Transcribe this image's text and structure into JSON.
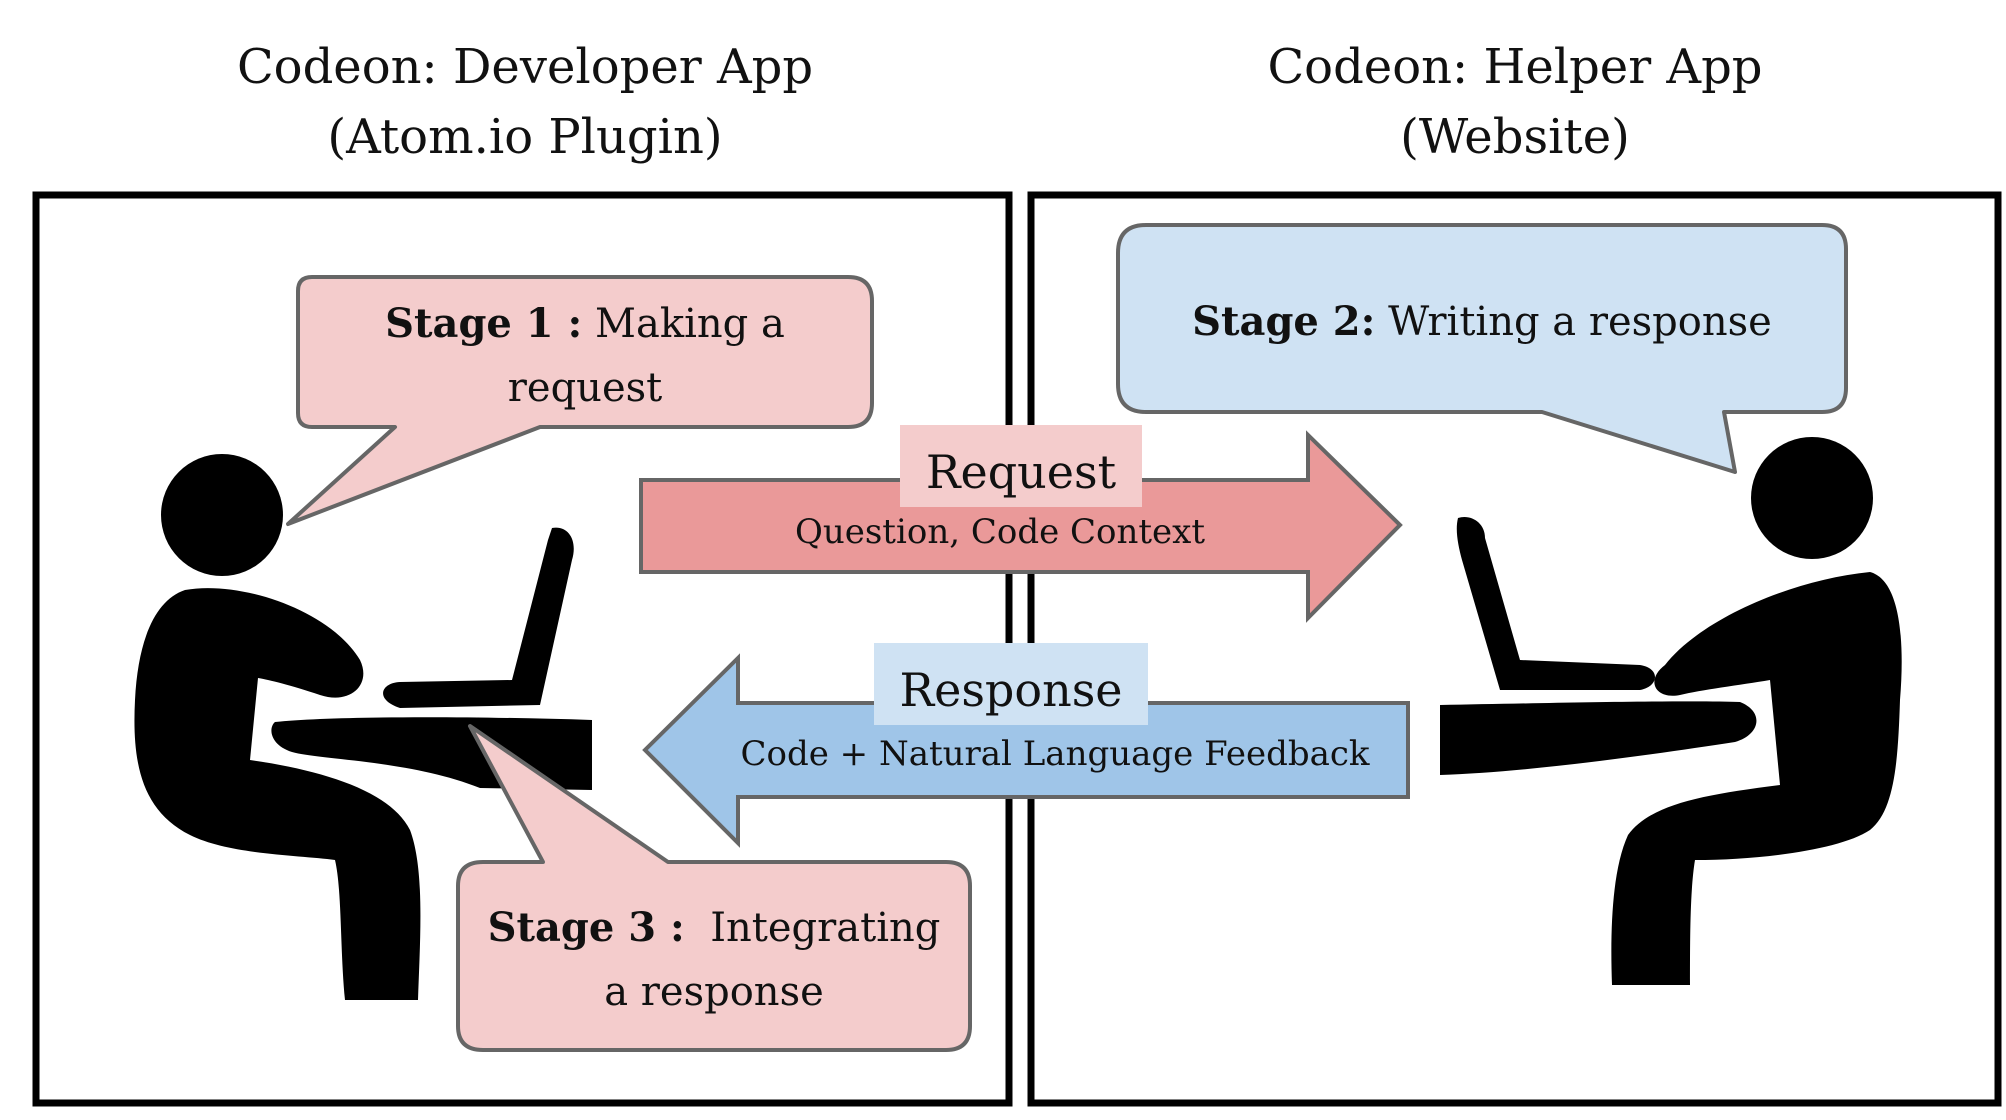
{
  "left_panel": {
    "title_line1": "Codeon: Developer App",
    "title_line2": "(Atom.io Plugin)"
  },
  "right_panel": {
    "title_line1": "Codeon: Helper App",
    "title_line2": "(Website)"
  },
  "stages": {
    "stage1": {
      "label": "Stage 1 :",
      "text_line1": "Making a",
      "text_line2": "request"
    },
    "stage2": {
      "label": "Stage 2:",
      "text": "Writing a response"
    },
    "stage3": {
      "label": "Stage 3 :",
      "text_line1": "Integrating",
      "text_line2": "a response"
    }
  },
  "request_arrow": {
    "title": "Request",
    "subtitle": "Question, Code Context"
  },
  "response_arrow": {
    "title": "Response",
    "subtitle": "Code + Natural Language Feedback"
  },
  "colors": {
    "pink_bubble": "#f4cccc",
    "blue_bubble": "#cfe2f3",
    "request_arrow": "#ea9999",
    "response_arrow": "#9fc5e8",
    "outline": "#666666",
    "figure": "#000000"
  }
}
